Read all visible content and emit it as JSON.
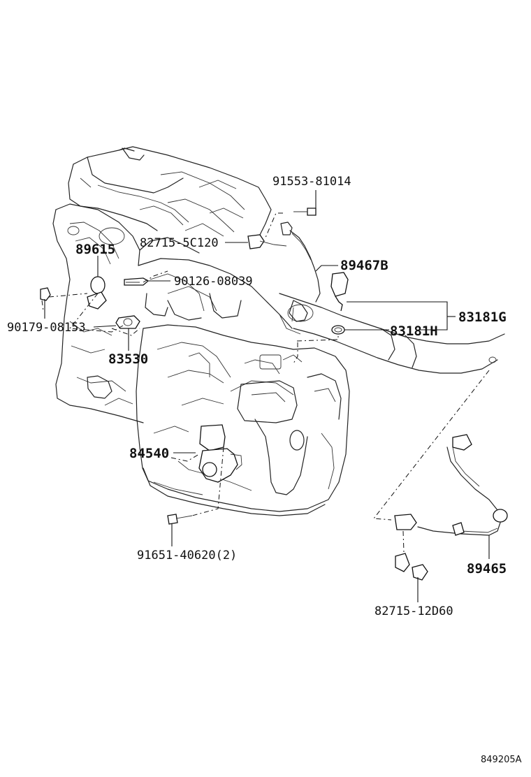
{
  "parts": {
    "p91553": "91553-81014",
    "p82715a": "82715-5C120",
    "p89615": "89615",
    "p89467b": "89467B",
    "p90126": "90126-08039",
    "p83181g": "83181G",
    "p90179": "90179-08153",
    "p83181h": "83181H",
    "p83530": "83530",
    "p84540": "84540",
    "p91651": "91651-40620(2)",
    "p89465": "89465",
    "p82715b": "82715-12D60"
  },
  "diagram_code": "849205A"
}
